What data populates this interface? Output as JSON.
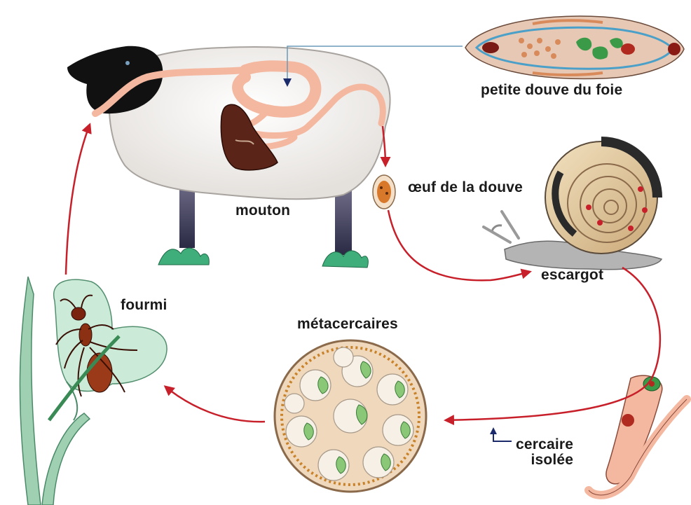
{
  "labels": {
    "douve": "petite douve du foie",
    "oeuf": "œuf de la douve",
    "mouton": "mouton",
    "escargot": "escargot",
    "fourmi": "fourmi",
    "metacercaires": "métacercaires",
    "cercaire_line1": "cercaire",
    "cercaire_line2": "isolée"
  },
  "colors": {
    "arrow": "#c8202a",
    "wool": "#f3f0ee",
    "head": "#111111",
    "gut": "#f4b8a0",
    "liver": "#5a2418",
    "grass": "#8ccaa8",
    "shell": "#e6cfa8"
  }
}
